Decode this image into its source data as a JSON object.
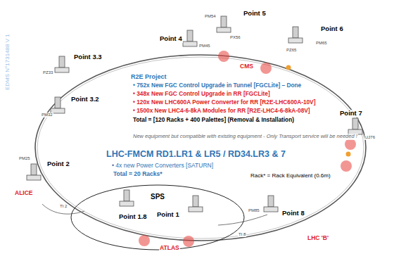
{
  "diagram": {
    "nodes": [
      {
        "text": [
          "SPS"
        ]
      }
    ],
    "labels": [
      "Point 5",
      "CMS",
      "Point 6",
      "Point 4",
      "Point 3.3",
      "Point 3.2",
      "Point 2",
      "ALICE",
      "Point 7",
      "Point 8",
      "LHC 'B'",
      "Point 1.8",
      "Point 1",
      "ATLAS",
      "R2E Project",
      "• 752x New FGC Control Upgrade in Tunnel [FGCLite] – Done",
      "• 348x New FGC Control Upgrade in RR [FGCLite]",
      "• 120x New LHC600A Power Converter for RR [R2E-LHC600A-10V]",
      "• 1500x New LHC4-6-8kA Modules for RR [R2E-LHC4-6-8kA-08V]",
      "Total = [120 Racks + 400 Palettes] (Removal & Installation)",
      "New equipment but compatible with existing equipment - Only Transport service will be needed !",
      "LHC-FMCM RD1.LR1 & LR5 / RD34.LR3 & 7",
      "• 4x new Power Converters [SATURN]",
      "Total = 20 Racks*",
      "Rack* = Rack Equivalent (0.6m)",
      "EDMS N°1731488 V 1",
      "PM54",
      "PX56",
      "PM65",
      "PZ65",
      "PM45",
      "PZ33",
      "PM32",
      "PM25",
      "UJ76",
      "PM85",
      "TI 2",
      "TI 8"
    ]
  }
}
